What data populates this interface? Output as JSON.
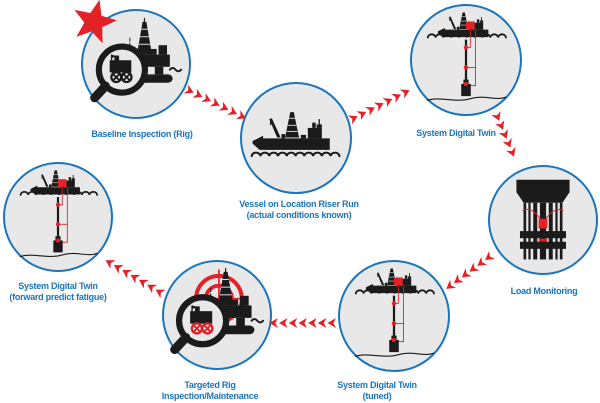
{
  "diagram": {
    "nodes": [
      {
        "id": "baseline-inspection-rig",
        "label": "Baseline Inspection (Rig)",
        "icon": "rig-magnifier-icon",
        "marker": "red-star-icon"
      },
      {
        "id": "vessel-on-location-riser-run",
        "label": "Vessel on Location Riser Run\n(actual conditions known)",
        "icon": "drillship-icon"
      },
      {
        "id": "system-digital-twin",
        "label": "System Digital Twin",
        "icon": "riser-digital-twin-icon"
      },
      {
        "id": "load-monitoring",
        "label": "Load Monitoring",
        "icon": "riser-load-sensor-icon"
      },
      {
        "id": "system-digital-twin-tuned",
        "label": "System Digital Twin\n(tuned)",
        "icon": "riser-digital-twin-icon"
      },
      {
        "id": "targeted-rig-inspection-maintenance",
        "label": "Targeted Rig\nInspection/Maintenance",
        "icon": "rig-crosshair-magnifier-icon"
      },
      {
        "id": "system-digital-twin-forward",
        "label": "System Digital Twin\n(forward predict fatigue)",
        "icon": "riser-digital-twin-icon"
      }
    ],
    "flow": [
      {
        "from": "baseline-inspection-rig",
        "to": "vessel-on-location-riser-run"
      },
      {
        "from": "vessel-on-location-riser-run",
        "to": "system-digital-twin"
      },
      {
        "from": "system-digital-twin",
        "to": "load-monitoring"
      },
      {
        "from": "load-monitoring",
        "to": "system-digital-twin-tuned"
      },
      {
        "from": "system-digital-twin-tuned",
        "to": "targeted-rig-inspection-maintenance"
      },
      {
        "from": "targeted-rig-inspection-maintenance",
        "to": "system-digital-twin-forward"
      }
    ],
    "colors": {
      "circle_fill": "#e8e8e9",
      "circle_border": "#1b75bc",
      "label_text": "#1b75bc",
      "arrow_red": "#e32127",
      "star_red": "#e32127",
      "silhouette_black": "#1b1b1b"
    }
  }
}
